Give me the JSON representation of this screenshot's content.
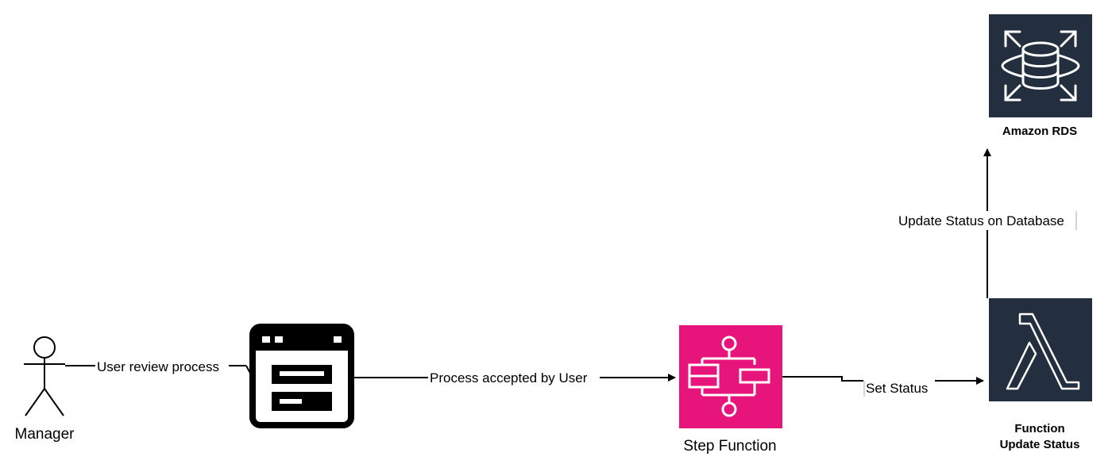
{
  "nodes": {
    "manager": {
      "label": "Manager"
    },
    "step_function": {
      "label": "Step Function",
      "color": "#E7157B"
    },
    "lambda": {
      "label_line1": "Function",
      "label_line2": "Update Status",
      "color": "#232F3E"
    },
    "rds": {
      "label": "Amazon RDS",
      "color": "#232F3E"
    }
  },
  "edges": {
    "manager_to_app": "User review process",
    "app_to_step": "Process accepted by User",
    "step_to_lambda": "Set Status",
    "lambda_to_rds": "Update Status on Database"
  },
  "icons": {
    "manager": "stick-figure-icon",
    "app": "browser-window-icon",
    "step_function": "step-functions-icon",
    "lambda": "lambda-icon",
    "rds": "rds-database-icon"
  }
}
